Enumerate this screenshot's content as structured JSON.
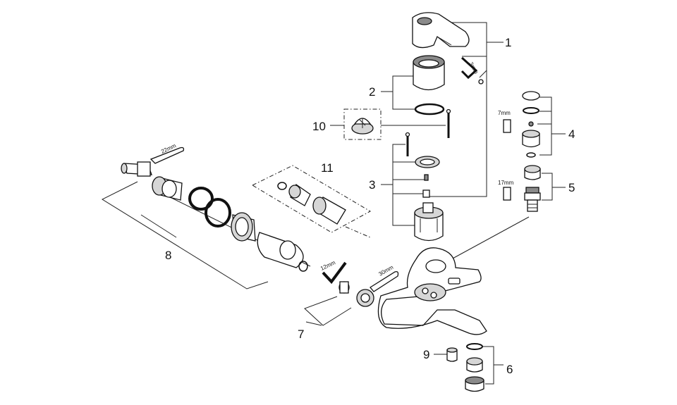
{
  "callouts": [
    {
      "id": "c1",
      "label": "1"
    },
    {
      "id": "c2",
      "label": "2"
    },
    {
      "id": "c3",
      "label": "3"
    },
    {
      "id": "c4",
      "label": "4"
    },
    {
      "id": "c5",
      "label": "5"
    },
    {
      "id": "c6",
      "label": "6"
    },
    {
      "id": "c7",
      "label": "7"
    },
    {
      "id": "c8",
      "label": "8"
    },
    {
      "id": "c9",
      "label": "9"
    },
    {
      "id": "c10",
      "label": "10"
    },
    {
      "id": "c11",
      "label": "11"
    }
  ],
  "tool_sizes": {
    "hex_key": "3mm",
    "socket_7": "7mm",
    "socket_17": "17mm",
    "wrench_22": "22mm",
    "hex_12": "12mm",
    "wrench_30": "30mm"
  }
}
